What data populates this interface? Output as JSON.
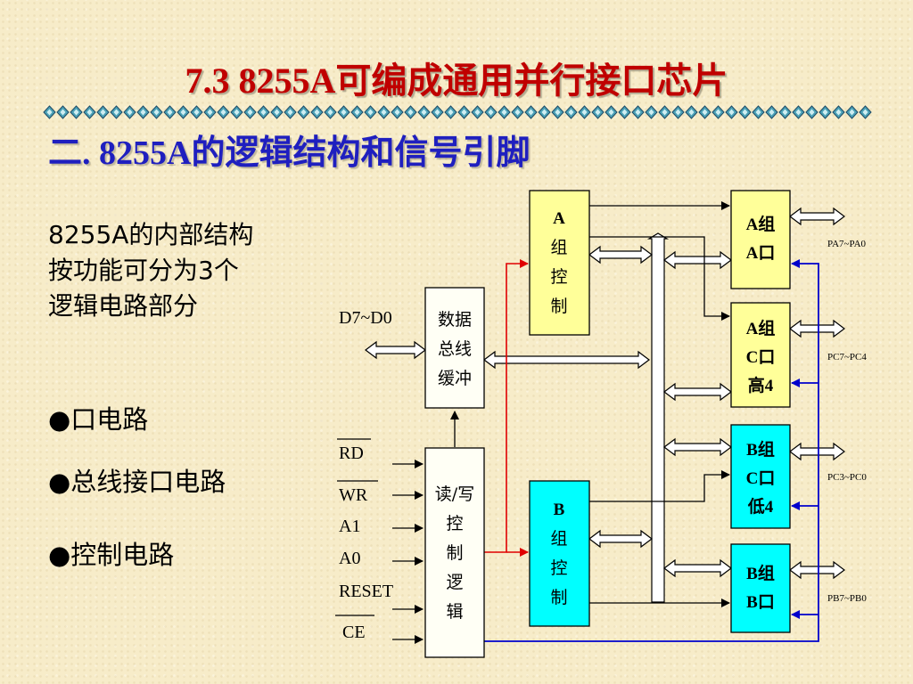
{
  "title": "7.3  8255A可编成通用并行接口芯片",
  "subtitle": "二. 8255A的逻辑结构和信号引脚",
  "intro_lines": [
    "8255A的内部结构",
    "按功能可分为3个",
    "逻辑电路部分"
  ],
  "bullets": [
    "●口电路",
    "●总线接口电路",
    "●控制电路"
  ],
  "diagram": {
    "data_bus_label": "D7~D0",
    "data_buffer": [
      "数据",
      "总线",
      "缓冲"
    ],
    "rw_logic": [
      "读/写",
      "控",
      "制",
      "逻",
      "辑"
    ],
    "signals": [
      "RD",
      "WR",
      "A1",
      "A0",
      "RESET",
      "CE"
    ],
    "group_a_ctrl": [
      "A",
      "组",
      "控",
      "制"
    ],
    "group_b_ctrl": [
      "B",
      "组",
      "控",
      "制"
    ],
    "port_a": [
      "A组",
      "A口"
    ],
    "port_c_high": [
      "A组",
      "C口",
      "高4"
    ],
    "port_c_low": [
      "B组",
      "C口",
      "低4"
    ],
    "port_b": [
      "B组",
      "B口"
    ],
    "pins": [
      "PA7~PA0",
      "PC7~PC4",
      "PC3~PC0",
      "PB7~PB0"
    ]
  },
  "colors": {
    "title": "#c00000",
    "subtitle": "#1f1fbf",
    "ctrl_yellow": "#ffff99",
    "ctrl_cyan": "#00ffff",
    "red_line": "#e00000",
    "blue_line": "#0000cc"
  }
}
